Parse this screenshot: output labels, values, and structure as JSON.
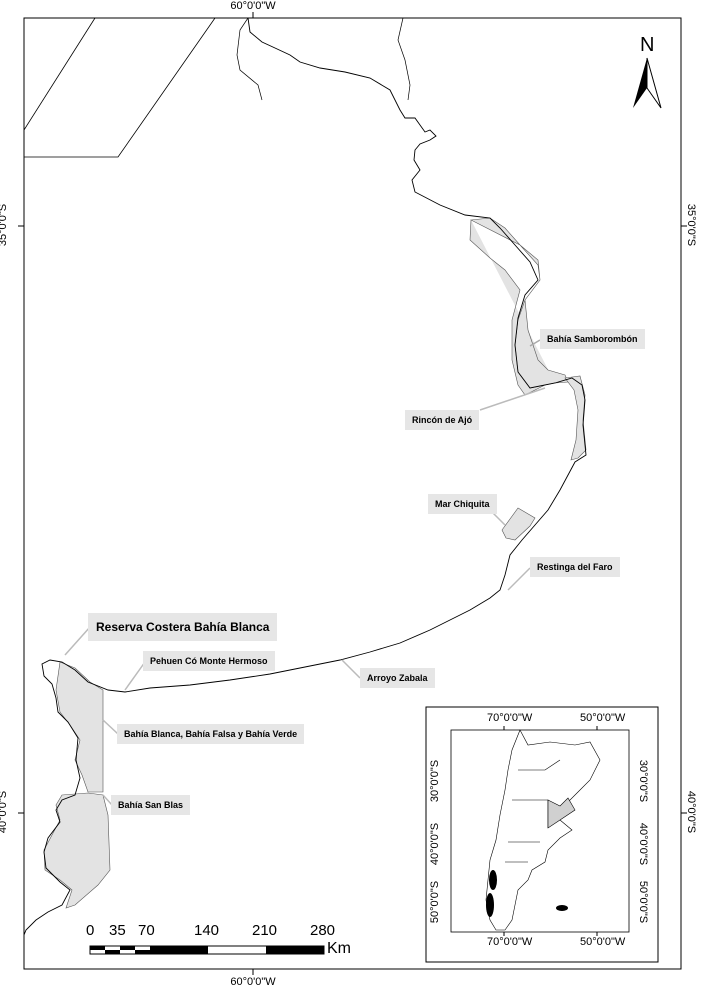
{
  "frame": {
    "top_lon": "60°0'0\"W",
    "bottom_lon": "60°0'0\"W",
    "left_lat_top": "35°0'0\"S",
    "left_lat_bottom": "40°0'0\"S",
    "right_lat_top": "35°0'0\"S",
    "right_lat_bottom": "40°0'0\"S"
  },
  "north": {
    "letter": "N"
  },
  "labels": {
    "samborombon": "Bahía Samborombón",
    "rincon": "Rincón de Ajó",
    "mar_chiquita": "Mar Chiquita",
    "restinga": "Restinga del Faro",
    "reserva": "Reserva Costera Bahía Blanca",
    "pehuen": "Pehuen Có Monte Hermoso",
    "arroyo": "Arroyo Zabala",
    "bahia_blanca": "Bahía Blanca, Bahía Falsa y Bahía Verde",
    "san_blas": "Bahía San Blas"
  },
  "scale": {
    "ticks": [
      "0",
      "35",
      "70",
      "140",
      "210",
      "280"
    ],
    "unit": "Km"
  },
  "inset": {
    "top_left": "70°0'0\"W",
    "top_right": "50°0'0\"W",
    "bottom_left": "70°0'0\"W",
    "bottom_right": "50°0'0\"W",
    "left_30": "30°0'0\"S",
    "left_40": "40°0'0\"S",
    "left_50": "50°0'0\"S",
    "right_30": "30°0'0\"S",
    "right_40": "40°0'0\"S",
    "right_50": "50°0'0\"S"
  },
  "colors": {
    "protected_area": "#e3e3e3",
    "line": "#000000"
  }
}
